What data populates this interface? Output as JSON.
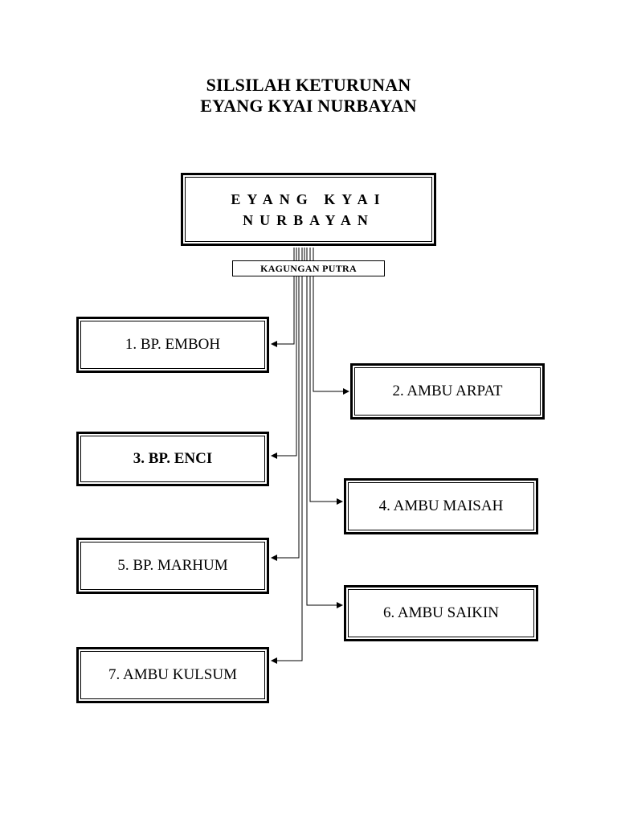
{
  "title": {
    "line1": "SILSILAH KETURUNAN",
    "line2": "EYANG KYAI NURBAYAN"
  },
  "root": {
    "line1": "EYANG KYAI",
    "line2": "NURBAYAN"
  },
  "relation_label": "KAGUNGAN PUTRA",
  "children": [
    {
      "label": "1. BP. EMBOH",
      "bold": false
    },
    {
      "label": "2. AMBU ARPAT",
      "bold": false
    },
    {
      "label": "3. BP. ENCI",
      "bold": true
    },
    {
      "label": "4. AMBU MAISAH",
      "bold": false
    },
    {
      "label": "5. BP. MARHUM",
      "bold": false
    },
    {
      "label": "6. AMBU SAIKIN",
      "bold": false
    },
    {
      "label": "7. AMBU KULSUM",
      "bold": false
    }
  ]
}
